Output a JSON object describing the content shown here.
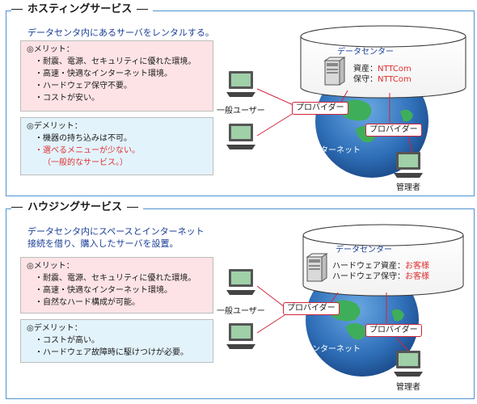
{
  "hosting": {
    "title": "ホスティングサービス",
    "intro": "データセンタ内にあるサーバをレンタルする。",
    "merit": {
      "head": "◎メリット：",
      "items": [
        "耐震、電源、セキュリティに優れた環境。",
        "高速・快適なインターネット環境。",
        "ハードウェア保守不要。",
        "コストが安い。"
      ]
    },
    "demerit": {
      "head": "◎デメリット：",
      "items": [
        "機器の持ち込みは不可。",
        "選べるメニューが少ない。",
        "（一般的なサービス。）"
      ]
    },
    "datacenter": {
      "title": "データセンター",
      "asset_label": "資産：",
      "asset_value": "NTTCom",
      "maint_label": "保守：",
      "maint_value": "NTTCom"
    },
    "general_user": "一般ユーザー",
    "provider1": "プロバイダー",
    "provider2": "プロバイダー",
    "internet": "インターネット",
    "admin": "管理者"
  },
  "housing": {
    "title": "ハウジングサービス",
    "intro_line1": "データセンタ内にスペースとインターネット",
    "intro_line2": "接続を借り、購入したサーバを設置。",
    "merit": {
      "head": "◎メリット：",
      "items": [
        "耐震、電源、セキュリティに優れた環境。",
        "高速・快適なインターネット環境。",
        "自然なハード構成が可能。"
      ]
    },
    "demerit": {
      "head": "◎デメリット：",
      "items": [
        "コストが高い。",
        "ハードウェア故障時に駆けつけが必要。"
      ]
    },
    "datacenter": {
      "title": "データセンター",
      "asset_label": "ハードウェア資産：",
      "asset_value": "お客様",
      "maint_label": "ハードウェア保守：",
      "maint_value": "お客様"
    },
    "general_user": "一般ユーザー",
    "provider1": "プロバイダー",
    "provider2": "プロバイダー",
    "internet": "インターネット",
    "admin": "管理者"
  },
  "colors": {
    "frame": "#4f93d2",
    "accent_red": "#e03030",
    "intro_blue": "#1b3f97",
    "merit_bg": "#fde3e6",
    "demerit_bg": "#e3f3fb"
  }
}
